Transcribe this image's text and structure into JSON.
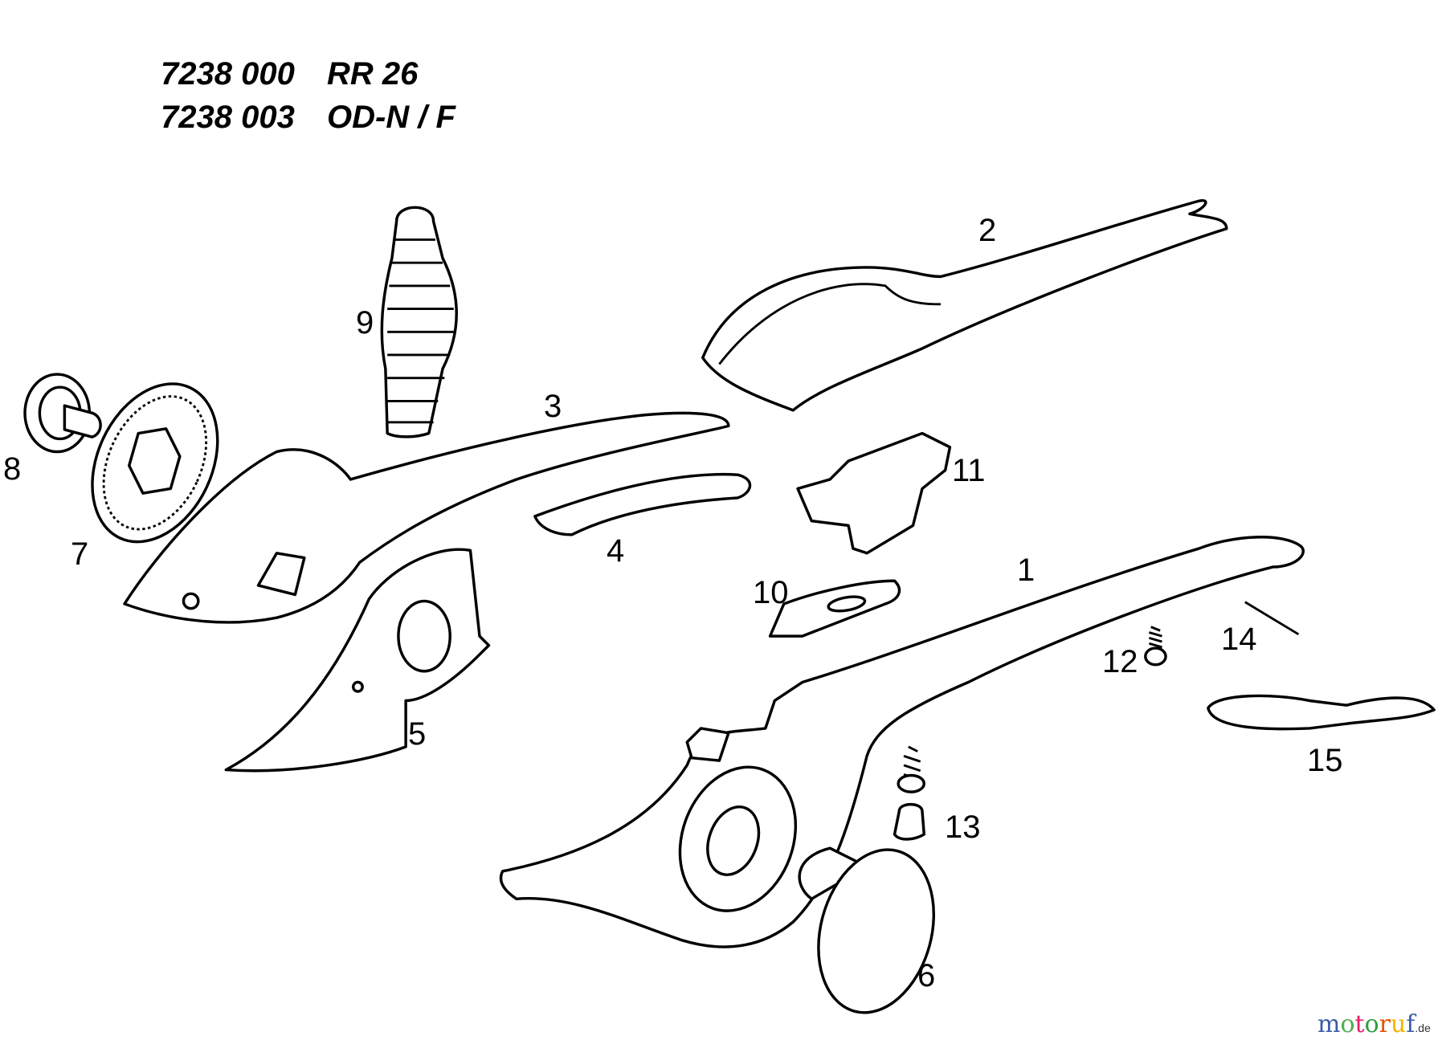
{
  "header": {
    "line1_number": "7238 000",
    "line1_model": "RR 26",
    "line2_number": "7238 003",
    "line2_model": "OD-N / F"
  },
  "callouts": [
    "1",
    "2",
    "3",
    "4",
    "5",
    "6",
    "7",
    "8",
    "9",
    "10",
    "11",
    "12",
    "13",
    "14",
    "15"
  ],
  "watermark": {
    "text": "motoruf",
    "suffix": ".de",
    "colors": [
      "#3b5ba8",
      "#4caf50",
      "#e91e63",
      "#2e9e3e",
      "#e65100",
      "#f4b400"
    ]
  }
}
